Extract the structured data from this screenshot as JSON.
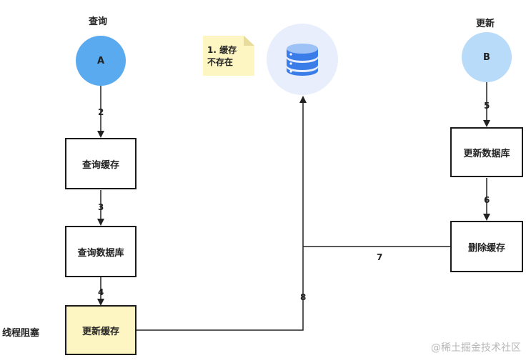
{
  "thread_a": {
    "title": "查询",
    "node_label": "A"
  },
  "thread_b": {
    "title": "更新",
    "node_label": "B"
  },
  "note": {
    "text": "1. 缓存\n不存在"
  },
  "boxes": {
    "query_cache": "查询缓存",
    "query_db": "查询数据库",
    "update_cache": "更新缓存",
    "update_db": "更新数据库",
    "delete_cache": "删除缓存"
  },
  "side_label": "线程阻塞",
  "steps": {
    "s2": "2",
    "s3": "3",
    "s4": "4",
    "s5": "5",
    "s6": "6",
    "s7": "7",
    "s8": "8"
  },
  "colors": {
    "node_a": "#5aaaf0",
    "node_b": "#b7dbf9",
    "db_circle": "#e8eefb",
    "db_icon": "#3b7de8",
    "note": "#fdf6c3",
    "highlight_box": "#fdf6c3"
  },
  "icons": {
    "database": "database-icon"
  },
  "watermark": "@稀土掘金技术社区"
}
